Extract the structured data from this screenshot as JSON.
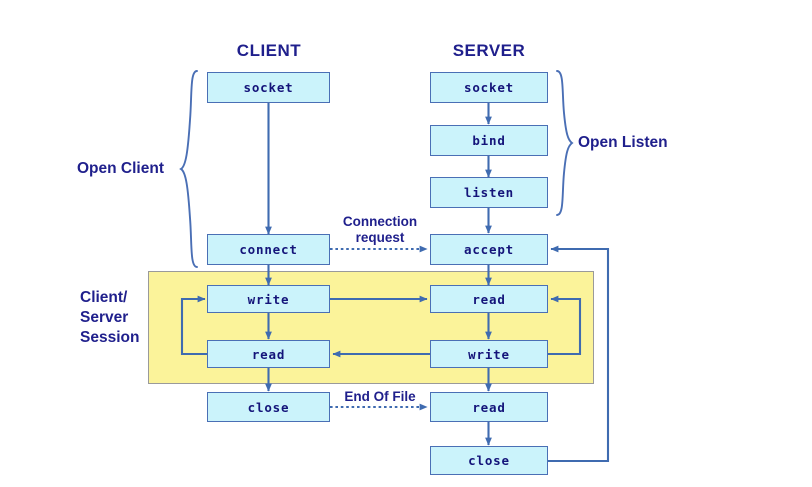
{
  "diagram": {
    "title_client": "CLIENT",
    "title_server": "SERVER",
    "colors": {
      "node_fill": "#cbf3fb",
      "node_stroke": "#4a6fb5",
      "text": "#14147a",
      "label_text": "#1f1f8c",
      "session_fill": "#fbf39a",
      "session_stroke": "#9a9a9a",
      "arrow": "#3f6bb0",
      "background": "#ffffff"
    },
    "groups": [
      {
        "name": "open-client",
        "label": "Open Client"
      },
      {
        "name": "open-listen",
        "label": "Open Listen"
      },
      {
        "name": "client-server-session",
        "label": "Client/\nServer\nSession"
      }
    ],
    "edge_labels": [
      {
        "name": "connection-request",
        "label": "Connection\nrequest"
      },
      {
        "name": "end-of-file",
        "label": "End Of File"
      }
    ],
    "client_nodes": [
      {
        "name": "client-socket",
        "label": "socket"
      },
      {
        "name": "client-connect",
        "label": "connect"
      },
      {
        "name": "client-write",
        "label": "write"
      },
      {
        "name": "client-read",
        "label": "read"
      },
      {
        "name": "client-close",
        "label": "close"
      }
    ],
    "server_nodes": [
      {
        "name": "server-socket",
        "label": "socket"
      },
      {
        "name": "server-bind",
        "label": "bind"
      },
      {
        "name": "server-listen",
        "label": "listen"
      },
      {
        "name": "server-accept",
        "label": "accept"
      },
      {
        "name": "server-read",
        "label": "read"
      },
      {
        "name": "server-write",
        "label": "write"
      },
      {
        "name": "server-read2",
        "label": "read"
      },
      {
        "name": "server-close",
        "label": "close"
      }
    ]
  }
}
